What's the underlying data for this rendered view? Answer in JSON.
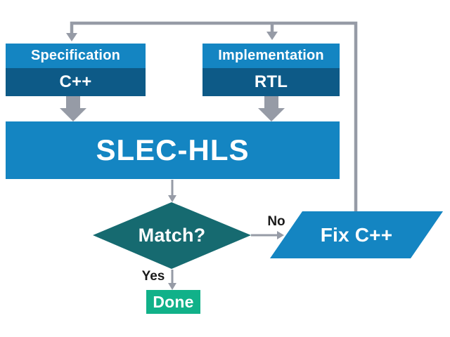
{
  "diagram": {
    "nodes": {
      "specification": {
        "header": "Specification",
        "body": "C++"
      },
      "implementation": {
        "header": "Implementation",
        "body": "RTL"
      },
      "slec": {
        "label": "SLEC-HLS"
      },
      "match": {
        "label": "Match?"
      },
      "fix": {
        "label": "Fix C++"
      },
      "done": {
        "label": "Done"
      }
    },
    "edge_labels": {
      "yes": "Yes",
      "no": "No"
    },
    "colors": {
      "light_blue": "#1485c2",
      "dark_blue": "#0d5a87",
      "teal": "#166a70",
      "green": "#11b189",
      "arrow_gray": "#969ba6",
      "label_black": "#1a1a1a",
      "text_white": "#ffffff"
    }
  }
}
